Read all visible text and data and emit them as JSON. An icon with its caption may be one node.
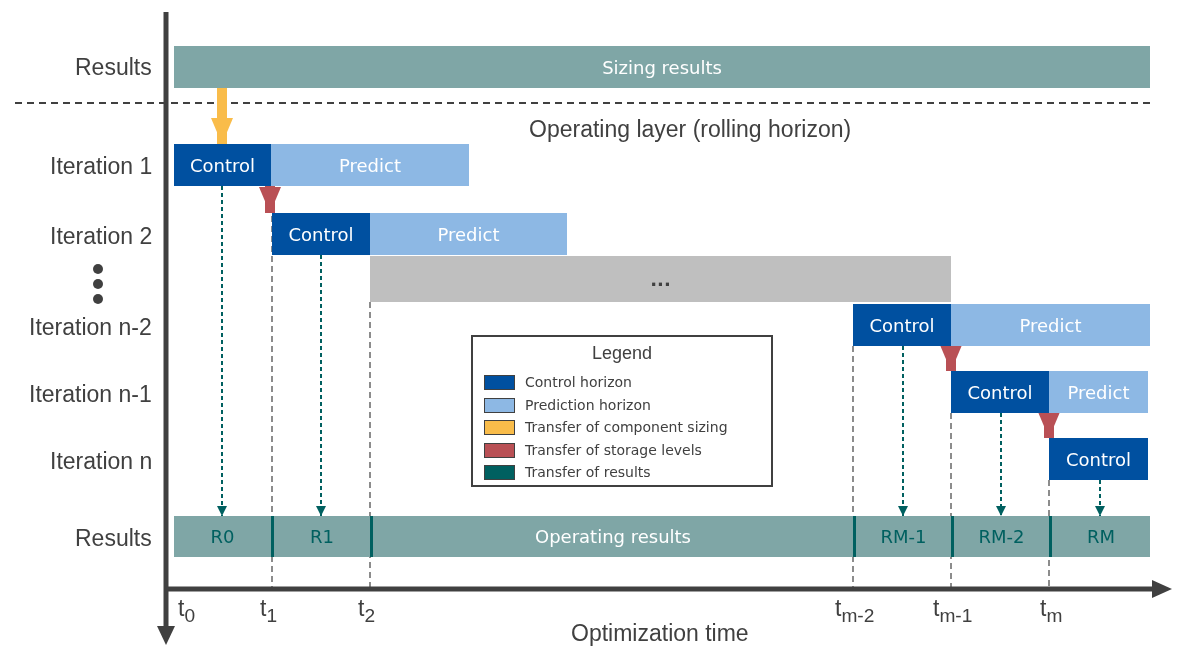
{
  "diagram": {
    "nodes": [
      {
        "text": [
          "Sizing results"
        ]
      },
      {
        "text": [
          "Control"
        ]
      },
      {
        "text": [
          "Predict"
        ]
      },
      {
        "text": [
          "Control"
        ]
      },
      {
        "text": [
          "Predict"
        ]
      },
      {
        "text": [
          "..."
        ]
      },
      {
        "text": [
          "Control"
        ]
      },
      {
        "text": [
          "Predict"
        ]
      },
      {
        "text": [
          "Control"
        ]
      },
      {
        "text": [
          "Predict"
        ]
      },
      {
        "text": [
          "Control"
        ]
      },
      {
        "text": [
          "R0"
        ]
      },
      {
        "text": [
          "R1"
        ]
      },
      {
        "text": [
          "Operating results"
        ]
      },
      {
        "text": [
          "RM-1"
        ]
      },
      {
        "text": [
          "RM-2"
        ]
      },
      {
        "text": [
          "RM"
        ]
      }
    ],
    "edges": [
      {
        "from": 0,
        "to": 1,
        "arrow": "to",
        "style": "thick",
        "color": "#f9bc4a"
      },
      {
        "from": 1,
        "to": 3,
        "arrow": "to",
        "style": "thick",
        "color": "#b95055"
      },
      {
        "from": 6,
        "to": 8,
        "arrow": "to",
        "style": "thick",
        "color": "#b95055"
      },
      {
        "from": 8,
        "to": 10,
        "arrow": "to",
        "style": "thick",
        "color": "#b95055"
      },
      {
        "from": 1,
        "to": 11,
        "arrow": "to",
        "style": "dashed"
      },
      {
        "from": 3,
        "to": 12,
        "arrow": "to",
        "style": "dashed"
      },
      {
        "from": 6,
        "to": 14,
        "arrow": "to",
        "style": "dashed"
      },
      {
        "from": 8,
        "to": 15,
        "arrow": "to",
        "style": "dashed"
      },
      {
        "from": 10,
        "to": 16,
        "arrow": "to",
        "style": "dashed"
      }
    ],
    "labels": [
      "Results",
      "Operating layer (rolling horizon)",
      "Iteration 1",
      "Iteration 2",
      "Iteration n-2",
      "Iteration n-1",
      "Iteration n",
      "Legend",
      "Results",
      "t$_{0}$",
      "t$_{1}$",
      "t$_{2}$",
      "t$_{m-2}$",
      "t$_{m-1}$",
      "t$_{m}$",
      "Optimization time"
    ],
    "legend": [
      {
        "text": "Control horizon",
        "color": "#0050a0"
      },
      {
        "text": "Prediction horizon",
        "color": "#8db8e4"
      },
      {
        "text": "Transfer of component sizing",
        "color": "#f9bc4a"
      },
      {
        "text": "Transfer of storage levels",
        "color": "#b95055"
      },
      {
        "text": "Transfer of results",
        "color": "#006060"
      }
    ]
  }
}
